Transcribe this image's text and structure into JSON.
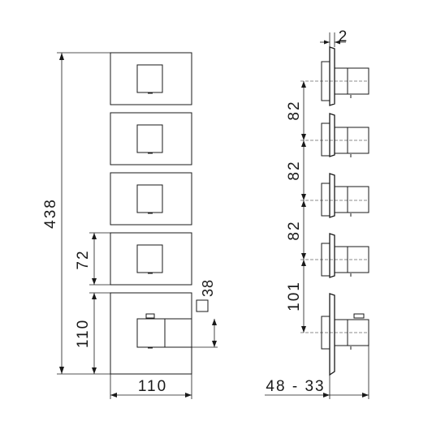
{
  "front_view": {
    "dim_total_height": "438",
    "dim_plate_height": "72",
    "dim_bottom_plate": "110",
    "dim_width": "110",
    "dim_square_knob": "38"
  },
  "side_view": {
    "dim_plate_thickness": "2",
    "dim_spacing_1": "82",
    "dim_spacing_2": "82",
    "dim_spacing_3": "82",
    "dim_spacing_bottom": "101",
    "dim_depth": "48 - 33"
  }
}
